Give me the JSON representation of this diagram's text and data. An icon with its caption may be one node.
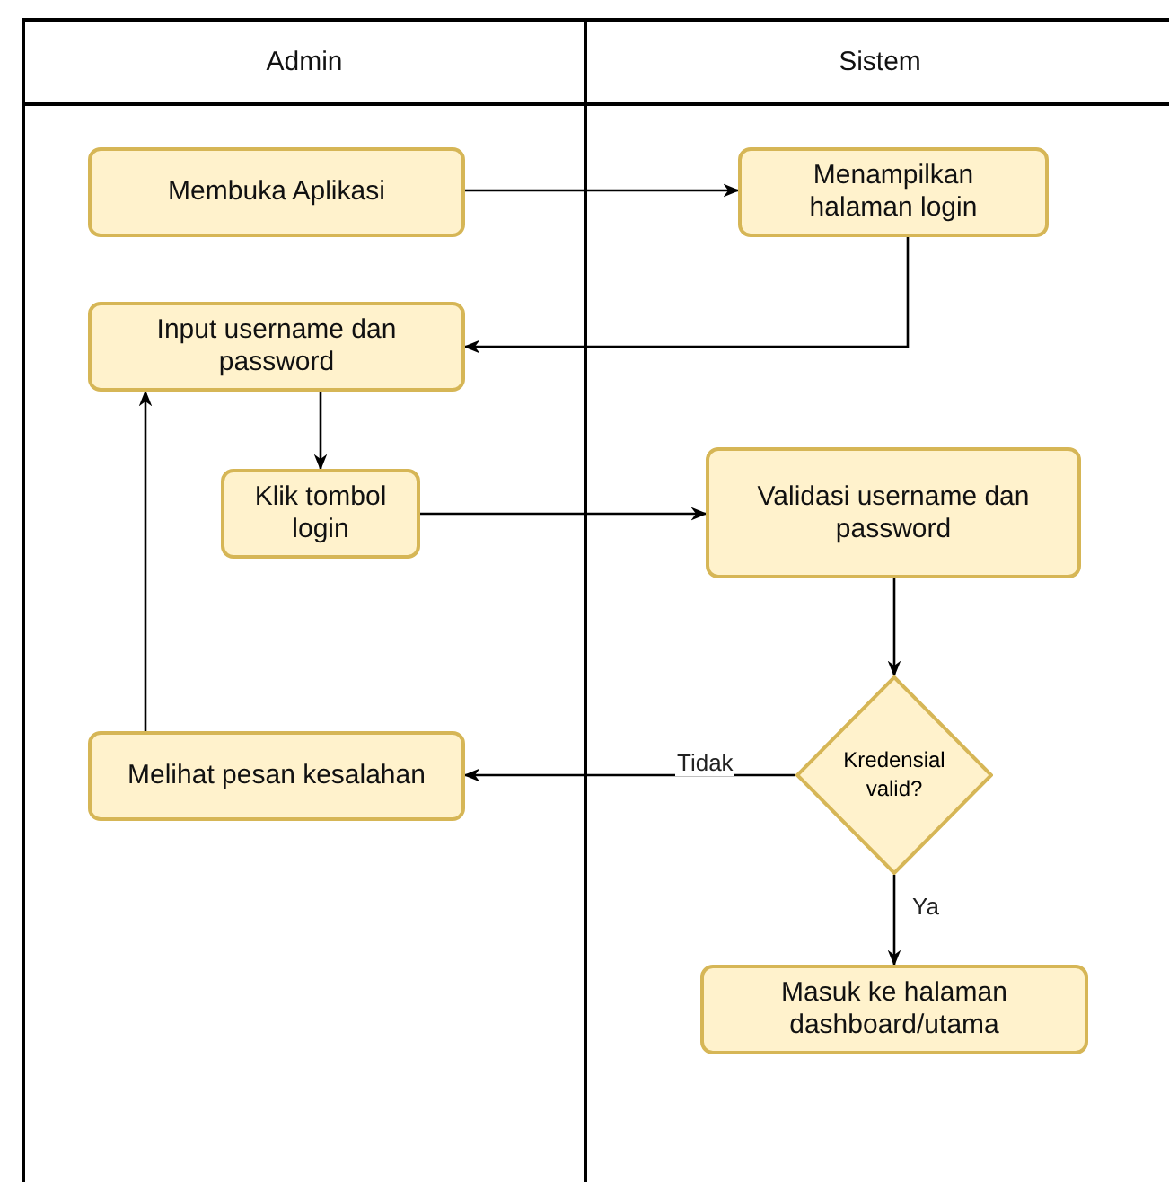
{
  "diagram": {
    "nodes": [
      {
        "text": [
          "Admin"
        ]
      },
      {
        "text": [
          "Sistem"
        ]
      },
      {
        "text": [
          "Membuka Aplikasi"
        ],
        "in": 0
      },
      {
        "text": [
          "Menampilkan halaman login"
        ],
        "in": 1
      },
      {
        "text": [
          "Input username dan password"
        ],
        "in": 0
      },
      {
        "text": [
          "Klik tombol login"
        ],
        "in": 0
      },
      {
        "text": [
          "Validasi username dan password"
        ],
        "in": 1
      },
      {
        "text": [
          "Kredensial valid?"
        ],
        "in": 1
      },
      {
        "text": [
          "Melihat pesan kesalahan"
        ],
        "in": 0
      },
      {
        "text": [
          "Masuk ke halaman dashboard/utama"
        ],
        "in": 1
      }
    ],
    "edges": [
      {
        "from": 2,
        "to": 3,
        "arrow": "to"
      },
      {
        "from": 3,
        "to": 4,
        "arrow": "to"
      },
      {
        "from": 4,
        "to": 5,
        "arrow": "to"
      },
      {
        "from": 5,
        "to": 6,
        "arrow": "to"
      },
      {
        "from": 6,
        "to": 7,
        "arrow": "to"
      },
      {
        "from": 7,
        "to": 8,
        "label": "Tidak",
        "arrow": "to"
      },
      {
        "from": 7,
        "to": 9,
        "label": "Ya",
        "arrow": "to"
      },
      {
        "from": 8,
        "to": 4,
        "arrow": "to"
      }
    ]
  }
}
